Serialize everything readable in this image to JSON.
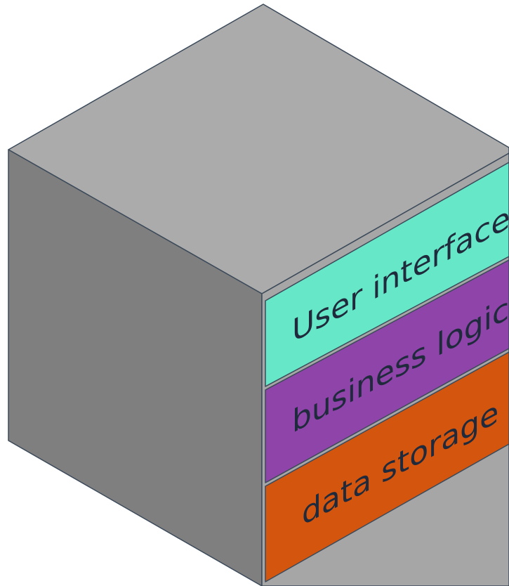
{
  "diagram": {
    "layers": [
      {
        "label": "User interface",
        "color": "#66e8c8"
      },
      {
        "label": "business logic",
        "color": "#8e44a8"
      },
      {
        "label": "data storage",
        "color": "#d4560e"
      }
    ],
    "cube_colors": {
      "top": "#ababab",
      "left": "#7f7f7f",
      "right_rim": "#a6a6a6",
      "edge": "#3c4a5a",
      "label_text": "#1f2a3c"
    }
  }
}
